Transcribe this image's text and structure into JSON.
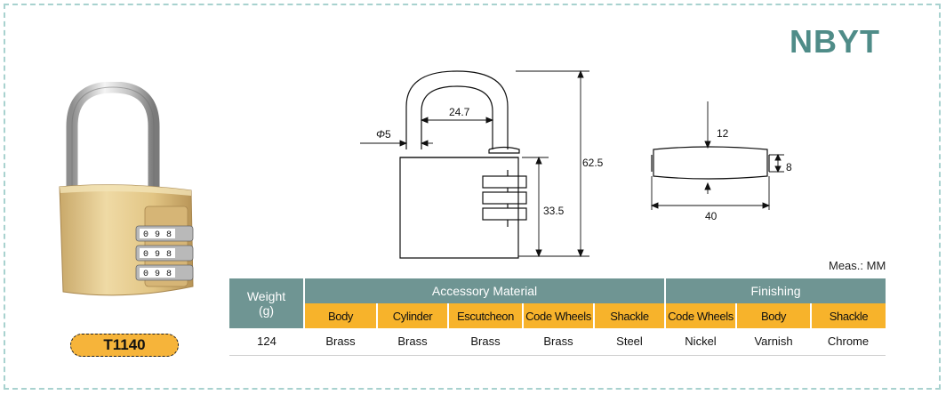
{
  "brand": "NBYT",
  "model": "T1140",
  "units_note": "Meas.: MM",
  "dimensions": {
    "shackle_diameter": "5",
    "shackle_inner_width": "24.7",
    "total_height": "62.5",
    "body_height": "33.5",
    "code_wheel_thickness": "12",
    "code_wheel_height": "8",
    "code_wheel_width": "40"
  },
  "diameter_symbol": "Φ",
  "code_wheel_digits": [
    "0",
    "9",
    "8"
  ],
  "table": {
    "weight_header": "Weight",
    "weight_unit": "(g)",
    "group1": "Accessory Material",
    "group2": "Finishing",
    "columns": [
      "Body",
      "Cylinder",
      "Escutcheon",
      "Code Wheels",
      "Shackle",
      "Code Wheels",
      "Body",
      "Shackle"
    ],
    "values": [
      "124",
      "Brass",
      "Brass",
      "Brass",
      "Brass",
      "Steel",
      "Nickel",
      "Varnish",
      "Chrome"
    ]
  },
  "colors": {
    "brand": "#4f8c88",
    "header_gray": "#6f9593",
    "header_orange": "#f7b32b",
    "badge": "#f6b43a",
    "border_dashed": "#a8d2cf"
  }
}
